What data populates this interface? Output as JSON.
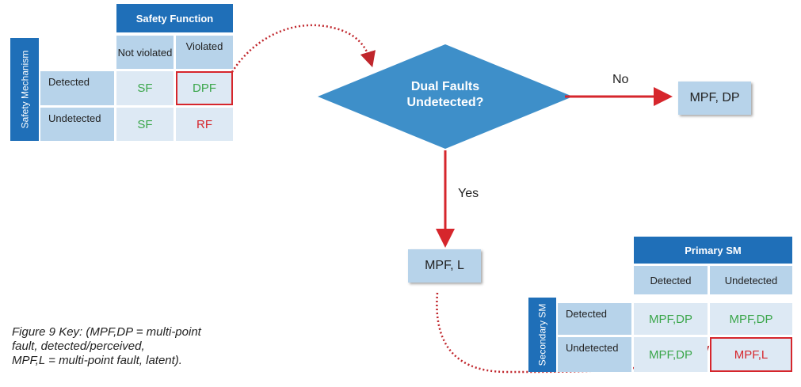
{
  "table1": {
    "header": "Safety Function",
    "side_header": "Safety Mechanism",
    "col_not_violated": "Not violated",
    "col_violated": "Violated",
    "row_detected": "Detected",
    "row_undetected": "Undetected",
    "detected_not_violated": "SF",
    "detected_violated": "DPF",
    "undetected_not_violated": "SF",
    "undetected_violated": "RF"
  },
  "flow": {
    "decision": "Dual Faults\nUndetected?",
    "no_label": "No",
    "yes_label": "Yes",
    "no_box": "MPF, DP",
    "yes_box": "MPF, L"
  },
  "table2": {
    "header": "Primary SM",
    "side_header": "Secondary SM",
    "col_detected": "Detected",
    "col_undetected": "Undetected",
    "row_detected": "Detected",
    "row_undetected": "Undetected",
    "dd": "MPF,DP",
    "du": "MPF,DP",
    "ud": "MPF,DP",
    "uu": "MPF,L"
  },
  "caption": "Figure 9 Key: (MPF,DP = multi-point\nfault, detected/perceived,\nMPF,L = multi-point fault, latent).",
  "colors": {
    "header_blue": "#1f6fb8",
    "cell_blue": "#b7d3ea",
    "diamond_blue": "#3e8fc9",
    "green": "#3aa64a",
    "red": "#d6262c"
  }
}
